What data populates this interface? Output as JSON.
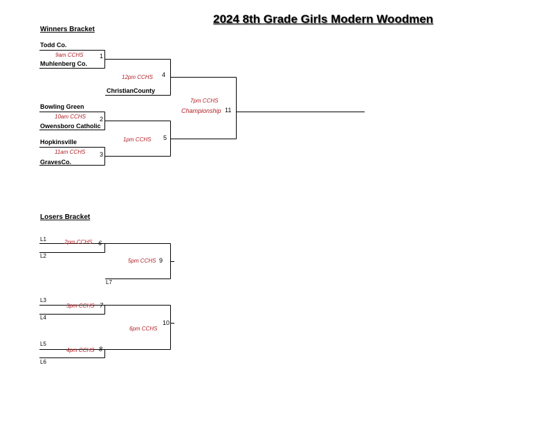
{
  "title": "2024 8th Grade Girls Modern Woodmen",
  "winners": {
    "heading": "Winners Bracket",
    "teams": {
      "todd": "Todd Co.",
      "muhlenberg": "Muhlenberg Co.",
      "christian": "ChristianCounty",
      "bowling_green": "Bowling Green",
      "owensboro": "Owensboro Catholic",
      "hopkinsville": "Hopkinsville",
      "graves": "GravesCo."
    },
    "games": {
      "g1": {
        "number": "1",
        "time": "9am CCHS"
      },
      "g2": {
        "number": "2",
        "time": "10am CCHS"
      },
      "g3": {
        "number": "3",
        "time": "11am CCHS"
      },
      "g4": {
        "number": "4",
        "time": "12pm CCHS"
      },
      "g5": {
        "number": "5",
        "time": "1pm CCHS"
      },
      "g11": {
        "number": "11",
        "time": "7pm CCHS",
        "label": "Championship"
      }
    }
  },
  "losers": {
    "heading": "Losers Bracket",
    "slots": {
      "l1": "L1",
      "l2": "L2",
      "l3": "L3",
      "l4": "L4",
      "l5": "L5",
      "l6": "L6",
      "l7": "L7"
    },
    "games": {
      "g6": {
        "number": "6",
        "time": "2pm CCHS"
      },
      "g7": {
        "number": "7",
        "time": "3pm CCHS"
      },
      "g8": {
        "number": "8",
        "time": "4pm CCHS"
      },
      "g9": {
        "number": "9",
        "time": "5pm CCHS"
      },
      "g10": {
        "number": "10",
        "time": "6pm CCHS"
      }
    }
  }
}
